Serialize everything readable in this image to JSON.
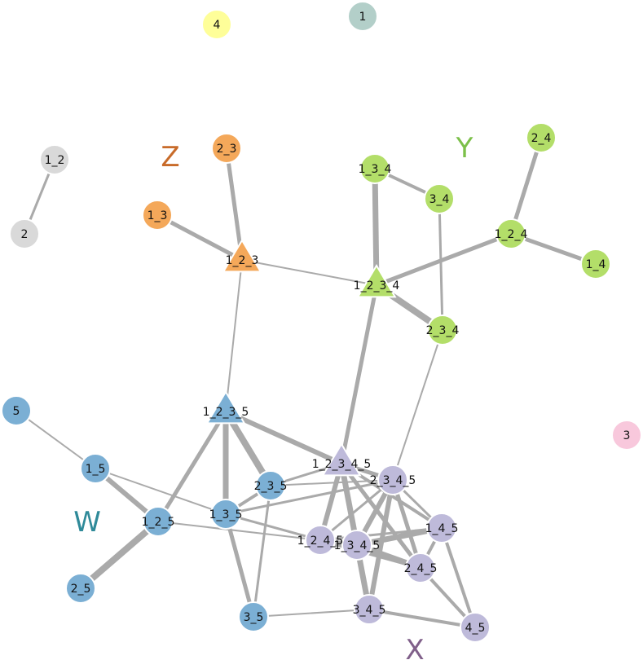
{
  "colors": {
    "edge": "#aaaaaa",
    "node_stroke": "#ffffff",
    "grey": "#d9d9d9",
    "teal": "#b3cfc9",
    "yellow": "#fefe99",
    "pink": "#f8c8dc",
    "orange": "#f4a85a",
    "green": "#b3de69",
    "blue": "#7bafd4",
    "lavender": "#bebada"
  },
  "cluster_labels": [
    {
      "id": "Z",
      "text": "Z",
      "color": "#c86b2a"
    },
    {
      "id": "Y",
      "text": "Y",
      "color": "#7cc04a"
    },
    {
      "id": "W",
      "text": "W",
      "color": "#2f8a99"
    },
    {
      "id": "X",
      "text": "X",
      "color": "#80608a"
    }
  ],
  "nodes": [
    {
      "id": "4",
      "label": "4",
      "shape": "circle",
      "color": "yellow"
    },
    {
      "id": "1",
      "label": "1",
      "shape": "circle",
      "color": "teal"
    },
    {
      "id": "1_2",
      "label": "1_2",
      "shape": "circle",
      "color": "grey"
    },
    {
      "id": "2",
      "label": "2",
      "shape": "circle",
      "color": "grey"
    },
    {
      "id": "2_3",
      "label": "2_3",
      "shape": "circle",
      "color": "orange"
    },
    {
      "id": "1_3",
      "label": "1_3",
      "shape": "circle",
      "color": "orange"
    },
    {
      "id": "1_2_3",
      "label": "1_2_3",
      "shape": "triangle",
      "color": "orange"
    },
    {
      "id": "1_3_4",
      "label": "1_3_4",
      "shape": "circle",
      "color": "green"
    },
    {
      "id": "3_4",
      "label": "3_4",
      "shape": "circle",
      "color": "green"
    },
    {
      "id": "2_4",
      "label": "2_4",
      "shape": "circle",
      "color": "green"
    },
    {
      "id": "1_2_4",
      "label": "1_2_4",
      "shape": "circle",
      "color": "green"
    },
    {
      "id": "1_4",
      "label": "1_4",
      "shape": "circle",
      "color": "green"
    },
    {
      "id": "1_2_3_4",
      "label": "1_2_3_4",
      "shape": "triangle",
      "color": "green"
    },
    {
      "id": "2_3_4",
      "label": "2_3_4",
      "shape": "circle",
      "color": "green"
    },
    {
      "id": "5",
      "label": "5",
      "shape": "circle",
      "color": "blue"
    },
    {
      "id": "3",
      "label": "3",
      "shape": "circle",
      "color": "pink"
    },
    {
      "id": "1_2_3_5",
      "label": "1_2_3_5",
      "shape": "triangle",
      "color": "blue"
    },
    {
      "id": "1_5",
      "label": "1_5",
      "shape": "circle",
      "color": "blue"
    },
    {
      "id": "2_3_5",
      "label": "2_3_5",
      "shape": "circle",
      "color": "blue"
    },
    {
      "id": "1_3_5",
      "label": "1_3_5",
      "shape": "circle",
      "color": "blue"
    },
    {
      "id": "1_2_5",
      "label": "1_2_5",
      "shape": "circle",
      "color": "blue"
    },
    {
      "id": "2_5",
      "label": "2_5",
      "shape": "circle",
      "color": "blue"
    },
    {
      "id": "3_5",
      "label": "3_5",
      "shape": "circle",
      "color": "blue"
    },
    {
      "id": "1_2_3_4_5",
      "label": "1_2_3_4_5",
      "shape": "triangle",
      "color": "lavender"
    },
    {
      "id": "2_3_4_5",
      "label": "2_3_4_5",
      "shape": "circle",
      "color": "lavender"
    },
    {
      "id": "1_4_5",
      "label": "1_4_5",
      "shape": "circle",
      "color": "lavender"
    },
    {
      "id": "1_2_4_5",
      "label": "1_2_4_5",
      "shape": "circle",
      "color": "lavender"
    },
    {
      "id": "1_3_4_5",
      "label": "1_3_4_5",
      "shape": "circle",
      "color": "lavender"
    },
    {
      "id": "2_4_5",
      "label": "2_4_5",
      "shape": "circle",
      "color": "lavender"
    },
    {
      "id": "3_4_5",
      "label": "3_4_5",
      "shape": "circle",
      "color": "lavender"
    },
    {
      "id": "4_5",
      "label": "4_5",
      "shape": "circle",
      "color": "lavender"
    }
  ],
  "edges": [
    {
      "source": "1_2",
      "target": "2",
      "weight": 3
    },
    {
      "source": "2_3",
      "target": "1_2_3",
      "weight": 5
    },
    {
      "source": "1_3",
      "target": "1_2_3",
      "weight": 5
    },
    {
      "source": "1_2_3",
      "target": "1_2_3_4",
      "weight": 2
    },
    {
      "source": "1_2_3",
      "target": "1_2_3_5",
      "weight": 2
    },
    {
      "source": "1_3_4",
      "target": "1_2_3_4",
      "weight": 7
    },
    {
      "source": "1_3_4",
      "target": "3_4",
      "weight": 4
    },
    {
      "source": "3_4",
      "target": "2_3_4",
      "weight": 3
    },
    {
      "source": "2_4",
      "target": "1_2_4",
      "weight": 5
    },
    {
      "source": "1_2_4",
      "target": "1_4",
      "weight": 5
    },
    {
      "source": "1_2_4",
      "target": "1_2_3_4",
      "weight": 5
    },
    {
      "source": "1_2_3_4",
      "target": "2_3_4",
      "weight": 8
    },
    {
      "source": "1_2_3_4",
      "target": "1_2_3_4_5",
      "weight": 5
    },
    {
      "source": "2_3_4",
      "target": "2_3_4_5",
      "weight": 2
    },
    {
      "source": "5",
      "target": "1_5",
      "weight": 2
    },
    {
      "source": "1_5",
      "target": "1_2_5",
      "weight": 6
    },
    {
      "source": "1_5",
      "target": "1_3_5",
      "weight": 2
    },
    {
      "source": "2_5",
      "target": "1_2_5",
      "weight": 8
    },
    {
      "source": "1_2_5",
      "target": "1_2_3_5",
      "weight": 5
    },
    {
      "source": "1_2_5",
      "target": "1_2_4_5",
      "weight": 2
    },
    {
      "source": "1_2_3_5",
      "target": "2_3_5",
      "weight": 8
    },
    {
      "source": "1_2_3_5",
      "target": "1_3_5",
      "weight": 7
    },
    {
      "source": "1_2_3_5",
      "target": "1_2_3_4_5",
      "weight": 6
    },
    {
      "source": "1_3_5",
      "target": "3_5",
      "weight": 5
    },
    {
      "source": "1_3_5",
      "target": "2_3_5",
      "weight": 4
    },
    {
      "source": "1_3_5",
      "target": "1_2_4_5",
      "weight": 3
    },
    {
      "source": "1_3_5",
      "target": "2_3_4_5",
      "weight": 3
    },
    {
      "source": "2_3_5",
      "target": "3_5",
      "weight": 3
    },
    {
      "source": "2_3_5",
      "target": "2_3_4_5",
      "weight": 2
    },
    {
      "source": "2_3_5",
      "target": "1_2_3_4_5",
      "weight": 3
    },
    {
      "source": "3_5",
      "target": "3_4_5",
      "weight": 2
    },
    {
      "source": "1_2_3_4_5",
      "target": "2_3_4_5",
      "weight": 5
    },
    {
      "source": "1_2_3_4_5",
      "target": "1_2_4_5",
      "weight": 6
    },
    {
      "source": "1_2_3_4_5",
      "target": "1_3_4_5",
      "weight": 6
    },
    {
      "source": "1_2_3_4_5",
      "target": "3_4_5",
      "weight": 7
    },
    {
      "source": "1_2_3_4_5",
      "target": "2_4_5",
      "weight": 5
    },
    {
      "source": "1_2_3_4_5",
      "target": "1_4_5",
      "weight": 4
    },
    {
      "source": "2_3_4_5",
      "target": "1_3_4_5",
      "weight": 6
    },
    {
      "source": "2_3_4_5",
      "target": "3_4_5",
      "weight": 6
    },
    {
      "source": "2_3_4_5",
      "target": "2_4_5",
      "weight": 5
    },
    {
      "source": "2_3_4_5",
      "target": "1_4_5",
      "weight": 3
    },
    {
      "source": "2_3_4_5",
      "target": "1_2_4_5",
      "weight": 3
    },
    {
      "source": "1_2_4_5",
      "target": "1_3_4_5",
      "weight": 5
    },
    {
      "source": "1_3_4_5",
      "target": "1_4_5",
      "weight": 7
    },
    {
      "source": "1_3_4_5",
      "target": "2_4_5",
      "weight": 7
    },
    {
      "source": "1_3_4_5",
      "target": "3_4_5",
      "weight": 6
    },
    {
      "source": "1_2_4_5",
      "target": "2_4_5",
      "weight": 4
    },
    {
      "source": "1_4_5",
      "target": "2_4_5",
      "weight": 4
    },
    {
      "source": "1_4_5",
      "target": "4_5",
      "weight": 4
    },
    {
      "source": "2_4_5",
      "target": "4_5",
      "weight": 4
    },
    {
      "source": "3_4_5",
      "target": "4_5",
      "weight": 4
    },
    {
      "source": "1_2_4_5",
      "target": "1_4_5",
      "weight": 3
    }
  ]
}
